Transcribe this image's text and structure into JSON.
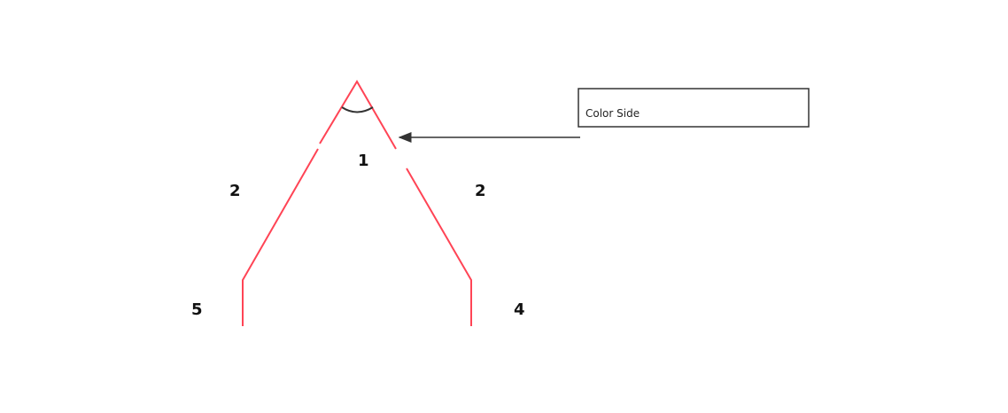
{
  "diagram": {
    "labels": {
      "apex": "1",
      "left_side": "2",
      "right_side": "2",
      "left_leg": "5",
      "right_leg": "4"
    },
    "callout": {
      "text": "Color Side"
    },
    "colors": {
      "profile_stroke": "#ff4455",
      "callout_stroke": "#333333",
      "label_fill": "#111111",
      "background": "#ffffff"
    }
  }
}
